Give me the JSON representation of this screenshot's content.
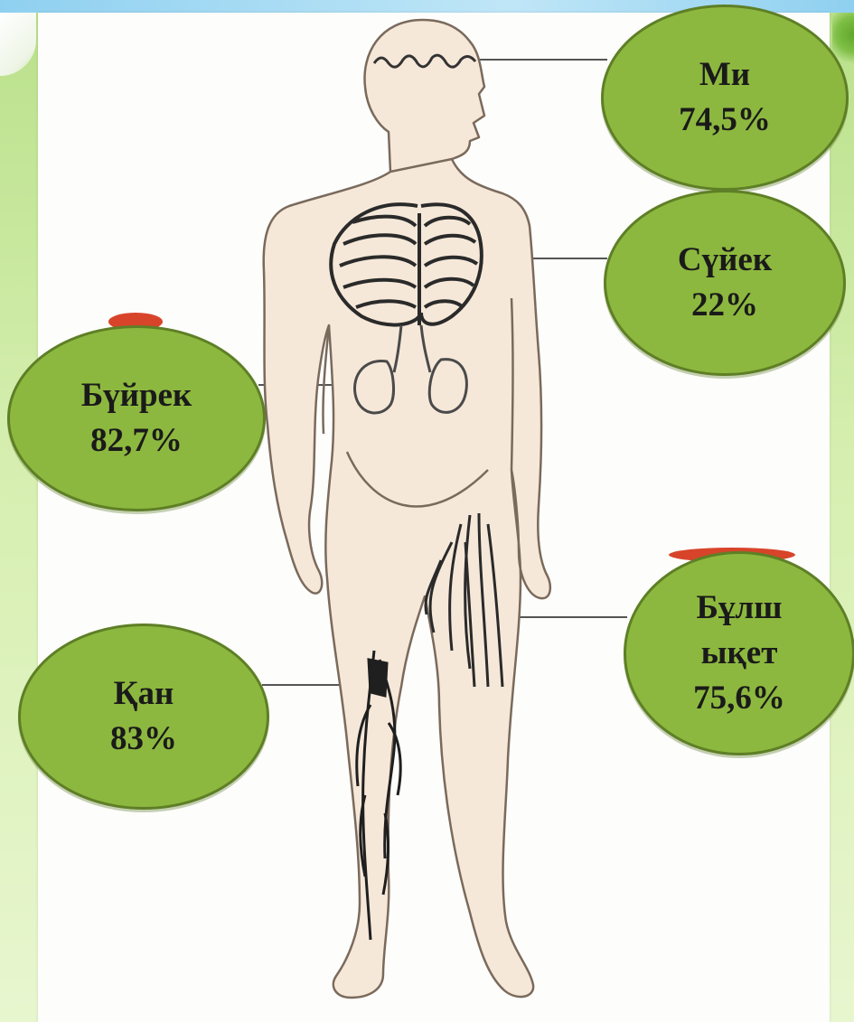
{
  "organs": {
    "mi": {
      "name": "Ми",
      "value": "74,5%"
    },
    "suyek": {
      "name": "Сүйек",
      "value": "22%"
    },
    "buyrek": {
      "name": "Бүйрек",
      "value": "82,7%"
    },
    "bulshyk": {
      "line1": "Бұлш",
      "line2": "ықет",
      "value": "75,6%"
    },
    "qan": {
      "name": "Қан",
      "value": "83%"
    }
  },
  "colors": {
    "bubble_fill": "#8db83f",
    "bubble_border": "#5e7f26",
    "skin": "#f6e8d9",
    "outline": "#7a6a5c",
    "background": "#d6efb0"
  }
}
